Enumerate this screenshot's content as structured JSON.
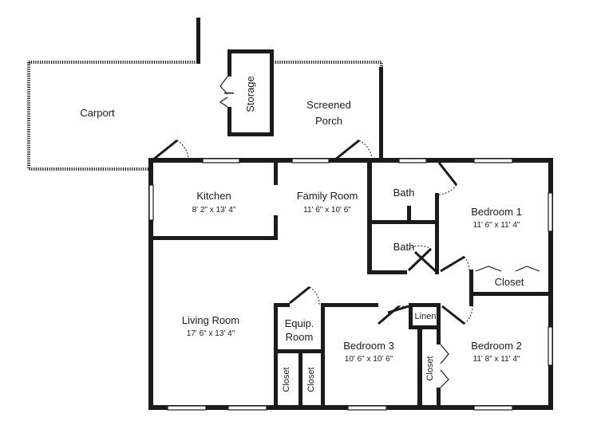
{
  "rooms": {
    "carport": {
      "name": "Carport"
    },
    "storage": {
      "name": "Storage"
    },
    "screened_porch": {
      "line1": "Screened",
      "line2": "Porch"
    },
    "kitchen": {
      "name": "Kitchen",
      "dims": "8' 2\" x 13' 4\""
    },
    "family_room": {
      "name": "Family Room",
      "dims": "11' 6\" x 10' 6\""
    },
    "bath_upper": {
      "name": "Bath"
    },
    "bath_lower": {
      "name": "Bath"
    },
    "bedroom1": {
      "name": "Bedroom 1",
      "dims": "11' 6\" x 11' 4\""
    },
    "closet_bed1": {
      "name": "Closet"
    },
    "living_room": {
      "name": "Living Room",
      "dims": "17' 6\" x 13' 4\""
    },
    "equip_room": {
      "line1": "Equip.",
      "line2": "Room"
    },
    "bedroom3": {
      "name": "Bedroom 3",
      "dims": "10' 6\" x 10' 6\""
    },
    "linen": {
      "name": "Linen"
    },
    "bedroom2": {
      "name": "Bedroom 2",
      "dims": "11' 8\" x 11' 4\""
    },
    "closet_a": {
      "name": "Closet"
    },
    "closet_b": {
      "name": "Closet"
    },
    "closet_bed2": {
      "name": "Closet"
    }
  }
}
